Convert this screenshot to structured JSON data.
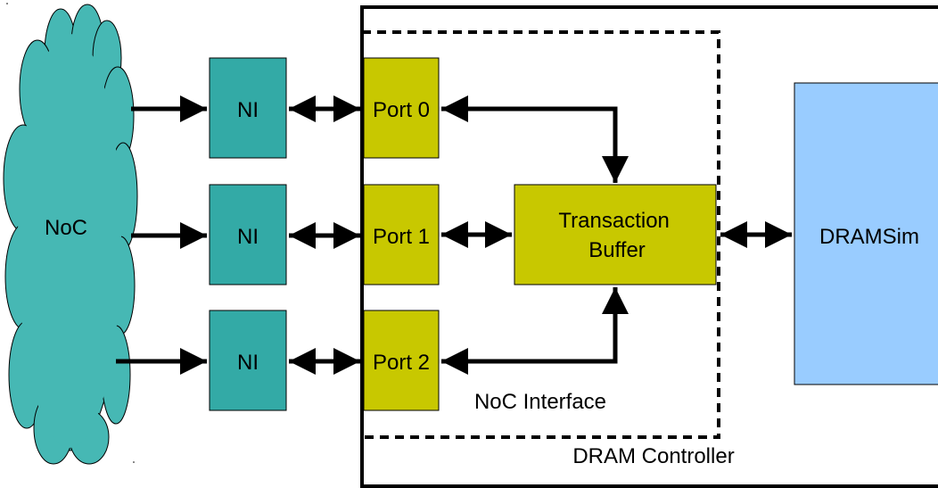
{
  "labels": {
    "noc": "NoC",
    "ni_0": "NI",
    "ni_1": "NI",
    "ni_2": "NI",
    "port_0": "Port 0",
    "port_1": "Port 1",
    "port_2": "Port 2",
    "transaction_buffer_line1": "Transaction",
    "transaction_buffer_line2": "Buffer",
    "dramsim": "DRAMSim",
    "noc_interface": "NoC Interface",
    "dram_controller": "DRAM Controller"
  },
  "colors": {
    "cloud": "#46b8b4",
    "ni": "#33aaa6",
    "port": "#c8c800",
    "transaction_buffer": "#c8c800",
    "dramsim": "#99ccff",
    "stroke": "#000000",
    "background": "#ffffff"
  }
}
